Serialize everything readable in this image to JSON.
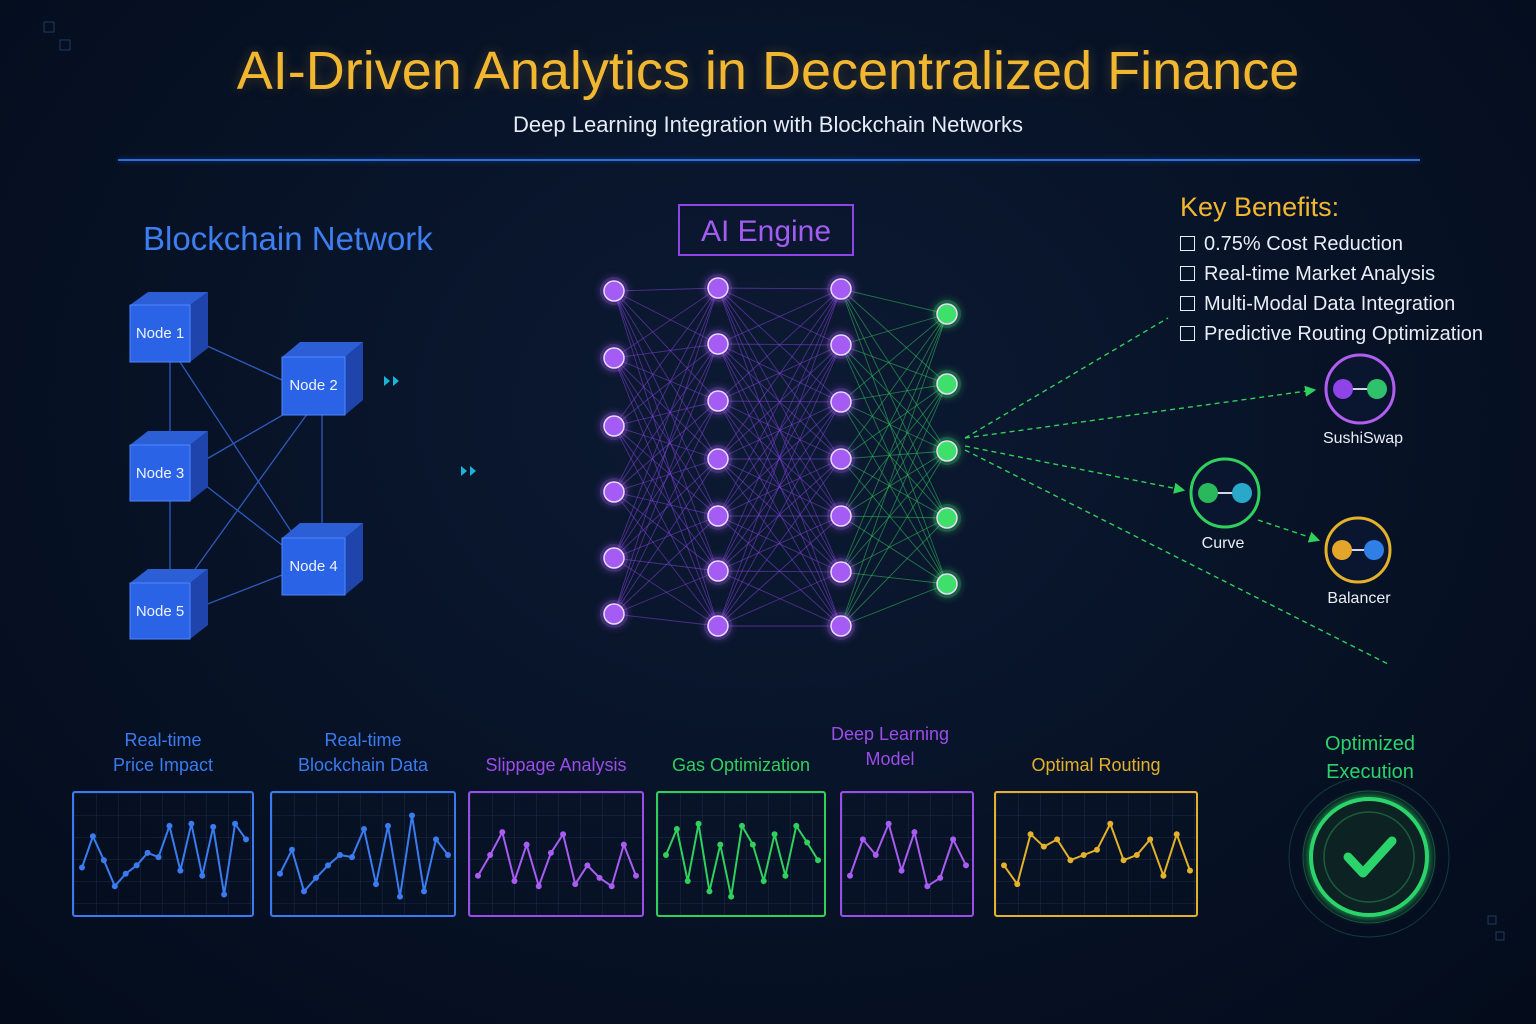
{
  "header": {
    "title": "AI-Driven Analytics in Decentralized Finance",
    "subtitle": "Deep Learning Integration with Blockchain Networks"
  },
  "blockchain": {
    "title": "Blockchain Network",
    "nodes": [
      "Node 1",
      "Node 2",
      "Node 3",
      "Node 4",
      "Node 5"
    ]
  },
  "ai_engine": {
    "title": "AI Engine"
  },
  "benefits": {
    "title": "Key Benefits:",
    "items": [
      "0.75% Cost Reduction",
      "Real-time Market Analysis",
      "Multi-Modal Data Integration",
      "Predictive Routing Optimization"
    ]
  },
  "protocols": [
    {
      "label": "SushiSwap"
    },
    {
      "label": "Curve"
    },
    {
      "label": "Balancer"
    }
  ],
  "panels": [
    {
      "label_line1": "Real-time",
      "label_line2": "Price Impact",
      "color": "#3a7bf0"
    },
    {
      "label_line1": "Real-time",
      "label_line2": "Blockchain Data",
      "color": "#3a7bf0"
    },
    {
      "label_line1": "",
      "label_line2": "Slippage Analysis",
      "color": "#9b4dea"
    },
    {
      "label_line1": "",
      "label_line2": "Gas Optimization",
      "color": "#2fd05c"
    },
    {
      "label_line1": "Deep Learning",
      "label_line2": "Model",
      "color": "#9b4dea"
    },
    {
      "label_line1": "",
      "label_line2": "Optimal Routing",
      "color": "#e3b12a"
    }
  ],
  "execution": {
    "label_line1": "Optimized",
    "label_line2": "Execution",
    "icon": "check-icon"
  },
  "colors": {
    "gold": "#f2b731",
    "blue": "#3a7bf0",
    "purple": "#9b4dea",
    "green": "#2fd05c"
  }
}
